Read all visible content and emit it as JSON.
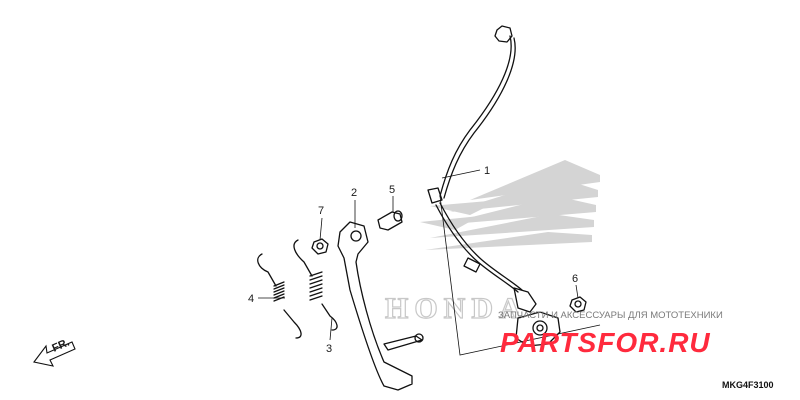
{
  "diagram": {
    "callouts": [
      {
        "id": "1",
        "text": "1"
      },
      {
        "id": "2",
        "text": "2"
      },
      {
        "id": "3",
        "text": "3"
      },
      {
        "id": "4",
        "text": "4"
      },
      {
        "id": "5",
        "text": "5"
      },
      {
        "id": "6",
        "text": "6"
      },
      {
        "id": "7",
        "text": "7"
      }
    ],
    "direction_label": "FR.",
    "diagram_code": "MKG4F3100"
  },
  "watermark": {
    "brand_logo_text": "HONDA",
    "tagline": "ЗАПЧАСТИ И АКСЕССУАРЫ ДЛЯ МОТОТЕХНИКИ",
    "site": "PARTSFOR.RU",
    "brand_color": "#ff2a3d"
  }
}
